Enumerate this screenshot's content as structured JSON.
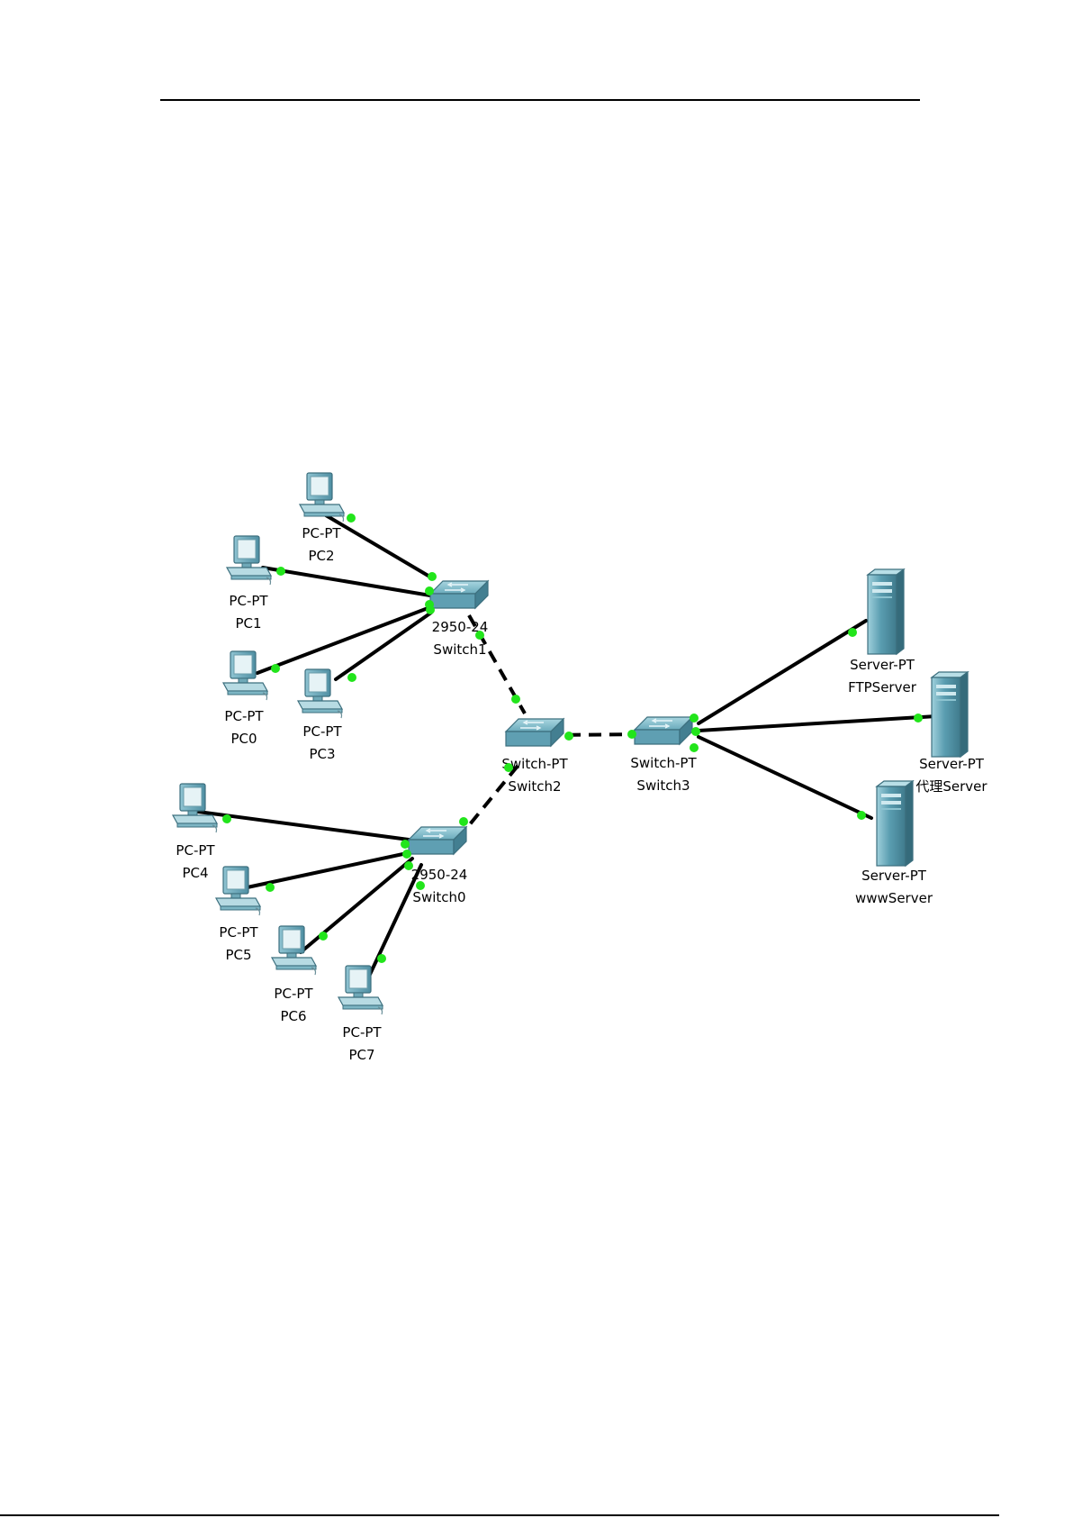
{
  "colors": {
    "cable": "#000000",
    "port_led": "#22e51b",
    "device": "#5b9fb3"
  },
  "devices": [
    {
      "id": "pc2",
      "kind": "pc",
      "model": "PC-PT",
      "name": "PC2"
    },
    {
      "id": "pc1",
      "kind": "pc",
      "model": "PC-PT",
      "name": "PC1"
    },
    {
      "id": "pc0",
      "kind": "pc",
      "model": "PC-PT",
      "name": "PC0"
    },
    {
      "id": "pc3",
      "kind": "pc",
      "model": "PC-PT",
      "name": "PC3"
    },
    {
      "id": "sw1",
      "kind": "switch",
      "model": "2950-24",
      "name": "Switch1"
    },
    {
      "id": "sw2",
      "kind": "switch",
      "model": "Switch-PT",
      "name": "Switch2"
    },
    {
      "id": "sw3",
      "kind": "switch",
      "model": "Switch-PT",
      "name": "Switch3"
    },
    {
      "id": "sw0",
      "kind": "switch",
      "model": "2950-24",
      "name": "Switch0"
    },
    {
      "id": "pc4",
      "kind": "pc",
      "model": "PC-PT",
      "name": "PC4"
    },
    {
      "id": "pc5",
      "kind": "pc",
      "model": "PC-PT",
      "name": "PC5"
    },
    {
      "id": "pc6",
      "kind": "pc",
      "model": "PC-PT",
      "name": "PC6"
    },
    {
      "id": "pc7",
      "kind": "pc",
      "model": "PC-PT",
      "name": "PC7"
    },
    {
      "id": "srv_ftp",
      "kind": "server",
      "model": "Server-PT",
      "name": "FTPServer"
    },
    {
      "id": "srv_proxy",
      "kind": "server",
      "model": "Server-PT",
      "name": "代理Server"
    },
    {
      "id": "srv_www",
      "kind": "server",
      "model": "Server-PT",
      "name": "wwwServer"
    }
  ],
  "links": [
    {
      "from": "pc2",
      "to": "sw1",
      "type": "straight"
    },
    {
      "from": "pc1",
      "to": "sw1",
      "type": "straight"
    },
    {
      "from": "pc0",
      "to": "sw1",
      "type": "straight"
    },
    {
      "from": "pc3",
      "to": "sw1",
      "type": "straight"
    },
    {
      "from": "sw1",
      "to": "sw2",
      "type": "crossover"
    },
    {
      "from": "sw0",
      "to": "sw2",
      "type": "crossover"
    },
    {
      "from": "sw2",
      "to": "sw3",
      "type": "crossover"
    },
    {
      "from": "pc4",
      "to": "sw0",
      "type": "straight"
    },
    {
      "from": "pc5",
      "to": "sw0",
      "type": "straight"
    },
    {
      "from": "pc6",
      "to": "sw0",
      "type": "straight"
    },
    {
      "from": "pc7",
      "to": "sw0",
      "type": "straight"
    },
    {
      "from": "sw3",
      "to": "srv_ftp",
      "type": "straight"
    },
    {
      "from": "sw3",
      "to": "srv_proxy",
      "type": "straight"
    },
    {
      "from": "sw3",
      "to": "srv_www",
      "type": "straight"
    }
  ]
}
